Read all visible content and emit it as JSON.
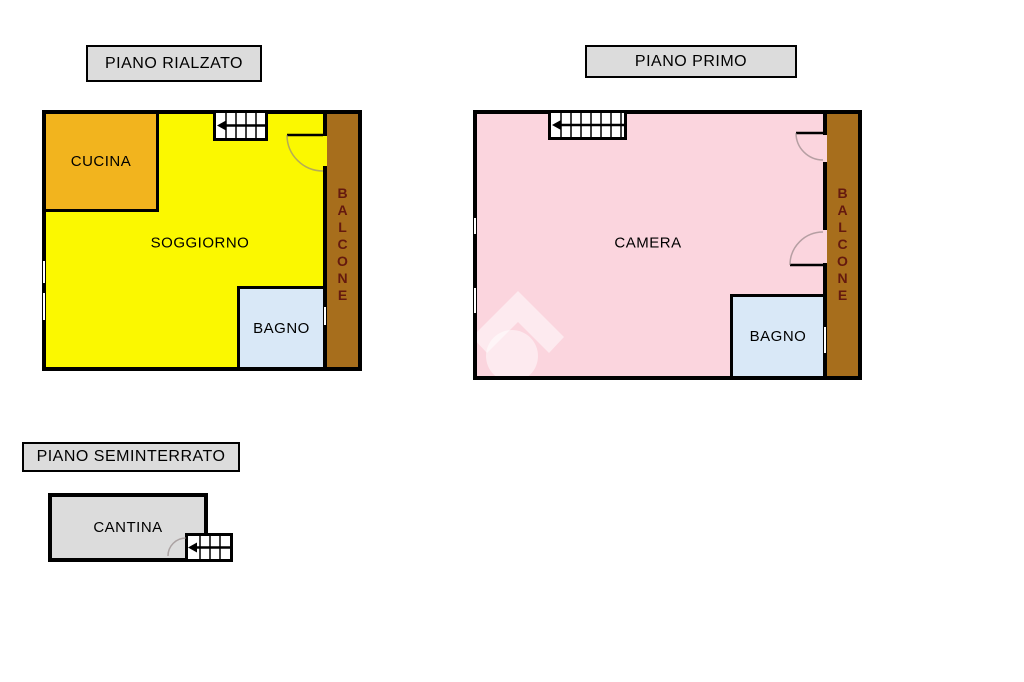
{
  "floors": {
    "rialzato": {
      "label": "PIANO RIALZATO",
      "rooms": {
        "cucina": "CUCINA",
        "soggiorno": "SOGGIORNO",
        "bagno": "BAGNO",
        "balcone": "BALCONE"
      }
    },
    "primo": {
      "label": "PIANO PRIMO",
      "rooms": {
        "camera": "CAMERA",
        "bagno": "BAGNO",
        "balcone": "BALCONE"
      }
    },
    "seminterrato": {
      "label": "PIANO SEMINTERRATO",
      "rooms": {
        "cantina": "CANTINA"
      }
    }
  },
  "icons": {
    "stairs": "stairs-icon",
    "door_swing": "door-swing-icon",
    "window": "window-icon",
    "watermark": "house-logo-watermark"
  },
  "colors": {
    "wall": "#000000",
    "label_bg": "#dcdcdc",
    "cucina": "#f2b41e",
    "soggiorno": "#fbf800",
    "bagno": "#d9e8f7",
    "balcone": "#a76e1c",
    "balcone_text": "#64190e",
    "camera": "#fbd5de",
    "cantina": "#dcdcdc"
  }
}
